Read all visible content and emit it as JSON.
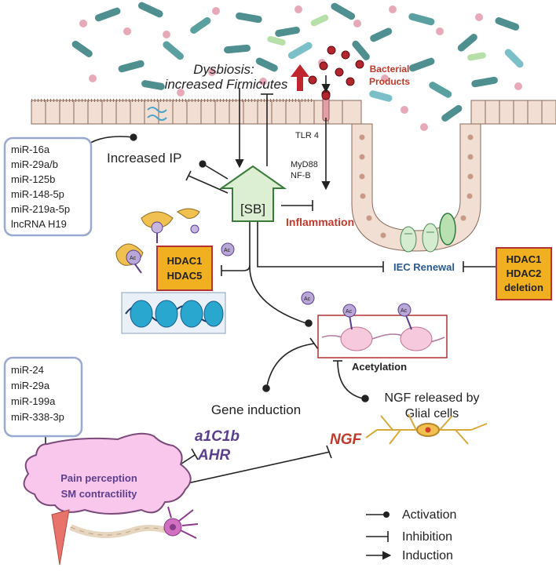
{
  "dysbiosis": {
    "line1": "Dysbiosis:",
    "line2": "increased Firmicutes"
  },
  "bacterial_products": {
    "line1": "Bacterial",
    "line2": "Products"
  },
  "tlr4": "TLR 4",
  "myd88": "MyD88",
  "nfb": "NF-B",
  "sb": "[SB]",
  "increased_ip": "Increased IP",
  "inflammation": "Inflammation",
  "mirna_box_top": [
    "miR-16a",
    "miR-29a/b",
    "miR-125b",
    "miR-148-5p",
    "miR-219a-5p",
    "lncRNA H19"
  ],
  "hdac_left": [
    "HDAC1",
    "HDAC5"
  ],
  "iec_renewal": "IEC Renewal",
  "hdac_right": [
    "HDAC1",
    "HDAC2",
    "deletion"
  ],
  "ac_label": "Ac",
  "acetylation": "Acetylation",
  "gene_induction": "Gene induction",
  "genes": [
    "a1C1b",
    "AHR"
  ],
  "ngf": "NGF",
  "ngf_released": {
    "line1": "NGF released by",
    "line2": "Glial cells"
  },
  "mirna_box_bottom": [
    "miR-24",
    "miR-29a",
    "miR-199a",
    "miR-338-3p"
  ],
  "pain": {
    "line1": "Pain perception",
    "line2": "SM contractility"
  },
  "legend": {
    "activation": "Activation",
    "inhibition": "Inhibition",
    "induction": "Induction"
  },
  "colors": {
    "red_text": "#c0392b",
    "purple_text": "#5b3f8c",
    "blue_text": "#2a5a8c",
    "hdac_fill": "#f0b020",
    "cell_fill": "#f2dfd3",
    "star_fill": "#f9c6ec"
  }
}
